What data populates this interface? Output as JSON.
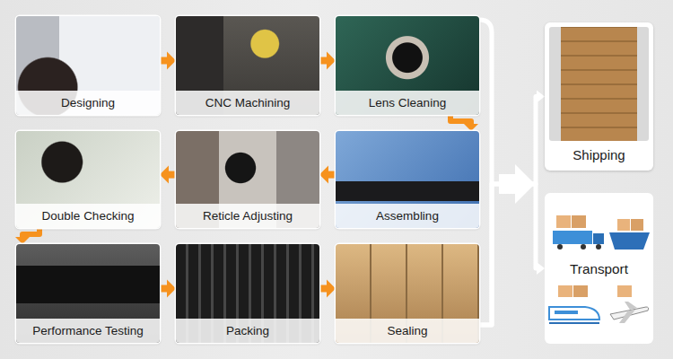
{
  "diagram": {
    "nodes": [
      {
        "text": [
          "Designing"
        ]
      },
      {
        "text": [
          "CNC Machining"
        ]
      },
      {
        "text": [
          "Lens Cleaning"
        ]
      },
      {
        "text": [
          "Double Checking"
        ]
      },
      {
        "text": [
          "Reticle Adjusting"
        ]
      },
      {
        "text": [
          "Assembling"
        ]
      },
      {
        "text": [
          "Performance Testing"
        ]
      },
      {
        "text": [
          "Packing"
        ]
      },
      {
        "text": [
          "Sealing"
        ]
      },
      {
        "text": [
          "Shipping"
        ]
      },
      {
        "text": [
          "Transport"
        ]
      }
    ],
    "edges": [
      {
        "from": 0,
        "to": 1,
        "arrow": "to"
      },
      {
        "from": 1,
        "to": 2,
        "arrow": "to"
      },
      {
        "from": 2,
        "to": 5,
        "arrow": "to"
      },
      {
        "from": 5,
        "to": 4,
        "arrow": "to"
      },
      {
        "from": 4,
        "to": 3,
        "arrow": "to"
      },
      {
        "from": 3,
        "to": 6,
        "arrow": "to"
      },
      {
        "from": 6,
        "to": 7,
        "arrow": "to"
      },
      {
        "from": 7,
        "to": 8,
        "arrow": "to"
      },
      {
        "from": 8,
        "to": 9,
        "arrow": "to"
      },
      {
        "from": 8,
        "to": 10,
        "arrow": "to"
      }
    ]
  }
}
